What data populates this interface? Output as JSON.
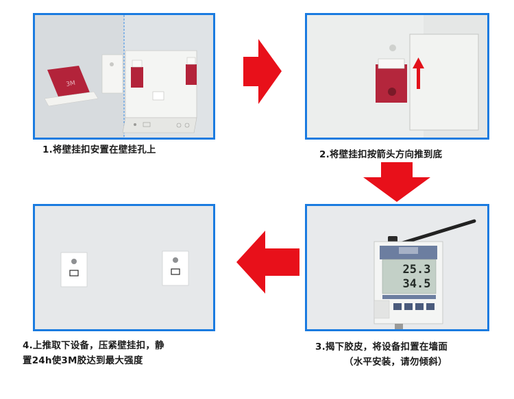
{
  "steps": [
    {
      "number": "1.",
      "text": "将壁挂扣安置在壁挂孔上"
    },
    {
      "number": "2.",
      "text": "将壁挂扣按箭头方向推到底"
    },
    {
      "number": "3.",
      "line1": "揭下胶皮，将设备扣置在墙面",
      "line2": "（水平安装，请勿倾斜）"
    },
    {
      "number": "4.",
      "line1": "上推取下设备，压紧壁挂扣，静",
      "line2": "置24h使3M胶达到最大强度"
    }
  ],
  "device_display": {
    "reading_top": "25.3",
    "reading_bottom": "34.5"
  },
  "tape_brand": "3M",
  "colors": {
    "frame": "#1a7be0",
    "arrow": "#e8101a",
    "wall": "#e9ecee"
  }
}
